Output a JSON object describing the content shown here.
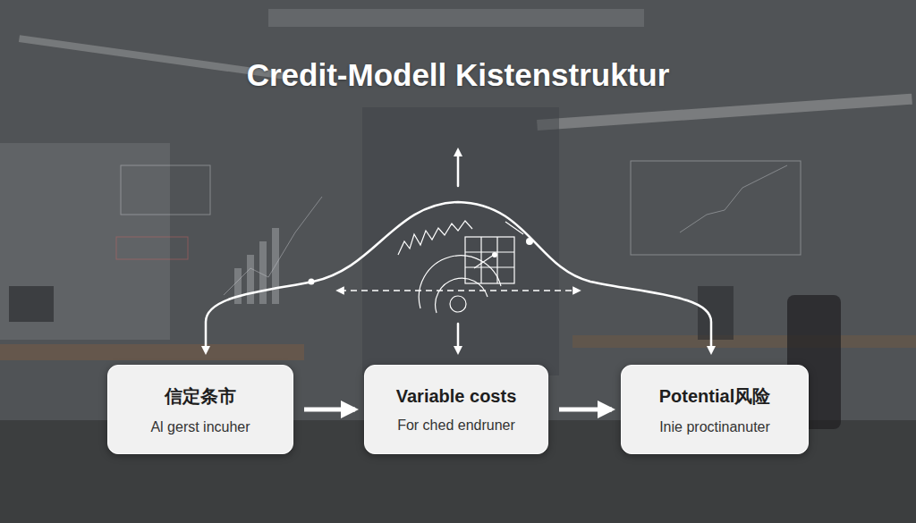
{
  "diagram": {
    "title": "Credit-Modell Kistenstruktur",
    "nodes": [
      {
        "text": [
          "信定条市",
          "Al gerst incuher"
        ]
      },
      {
        "text": [
          "Variable costs",
          "For ched endruner"
        ]
      },
      {
        "text": [
          "Potential风险",
          "Inie proctinanuter"
        ]
      }
    ],
    "edges": [
      {
        "from": 0,
        "to": 1,
        "arrow": "to"
      },
      {
        "from": 1,
        "to": 2,
        "arrow": "to"
      }
    ]
  }
}
